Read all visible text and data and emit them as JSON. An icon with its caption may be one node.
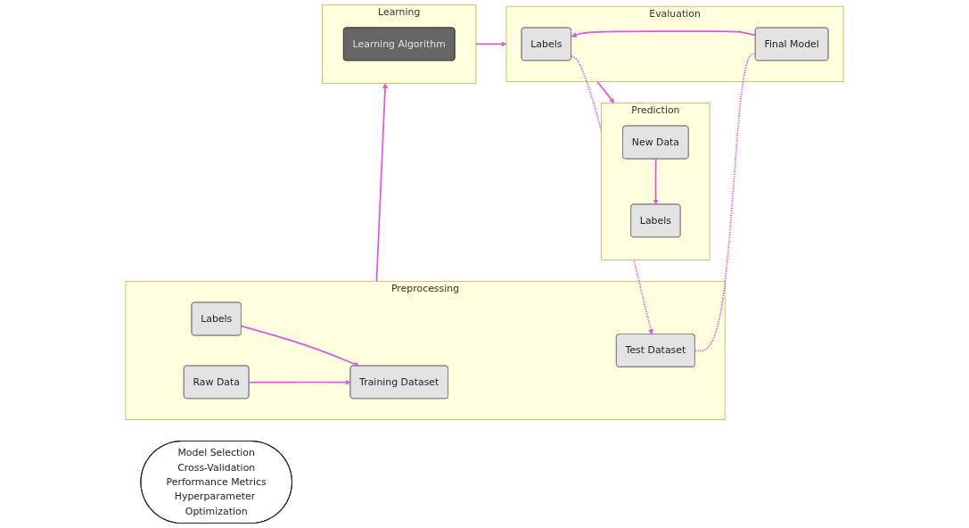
{
  "diagram": {
    "nodes": [
      {
        "text": [
          "Preprocessing"
        ]
      },
      {
        "text": [
          "Labels"
        ],
        "in": 0
      },
      {
        "text": [
          "Raw Data"
        ],
        "in": 0
      },
      {
        "text": [
          "Training Dataset"
        ],
        "in": 0
      },
      {
        "text": [
          "Test Dataset"
        ],
        "in": 0
      },
      {
        "text": [
          "Learning"
        ]
      },
      {
        "text": [
          "Learning Algorithm"
        ],
        "in": 5
      },
      {
        "text": [
          "Evaluation"
        ]
      },
      {
        "text": [
          "Labels"
        ],
        "in": 7
      },
      {
        "text": [
          "Final Model"
        ],
        "in": 7
      },
      {
        "text": [
          "Prediction"
        ]
      },
      {
        "text": [
          "New Data"
        ],
        "in": 10
      },
      {
        "text": [
          "Labels"
        ],
        "in": 10
      },
      {
        "text": [
          "Model Selection",
          "Cross-Validation",
          "Performance Metrics",
          "Hyperparameter Optimization"
        ]
      }
    ],
    "edges": [
      {
        "from": 1,
        "to": 3,
        "arrow": "to"
      },
      {
        "from": 2,
        "to": 3,
        "arrow": "to"
      },
      {
        "from": 0,
        "to": 5,
        "arrow": "to"
      },
      {
        "from": 5,
        "to": 7,
        "arrow": "to"
      },
      {
        "from": 7,
        "to": 10,
        "arrow": "to"
      },
      {
        "from": 9,
        "to": 8,
        "arrow": "to"
      },
      {
        "from": 11,
        "to": 12,
        "arrow": "to"
      },
      {
        "from": 4,
        "to": 9,
        "arrow": "none",
        "style": "dashed"
      },
      {
        "from": 8,
        "to": 4,
        "arrow": "to",
        "style": "dashed"
      }
    ]
  }
}
